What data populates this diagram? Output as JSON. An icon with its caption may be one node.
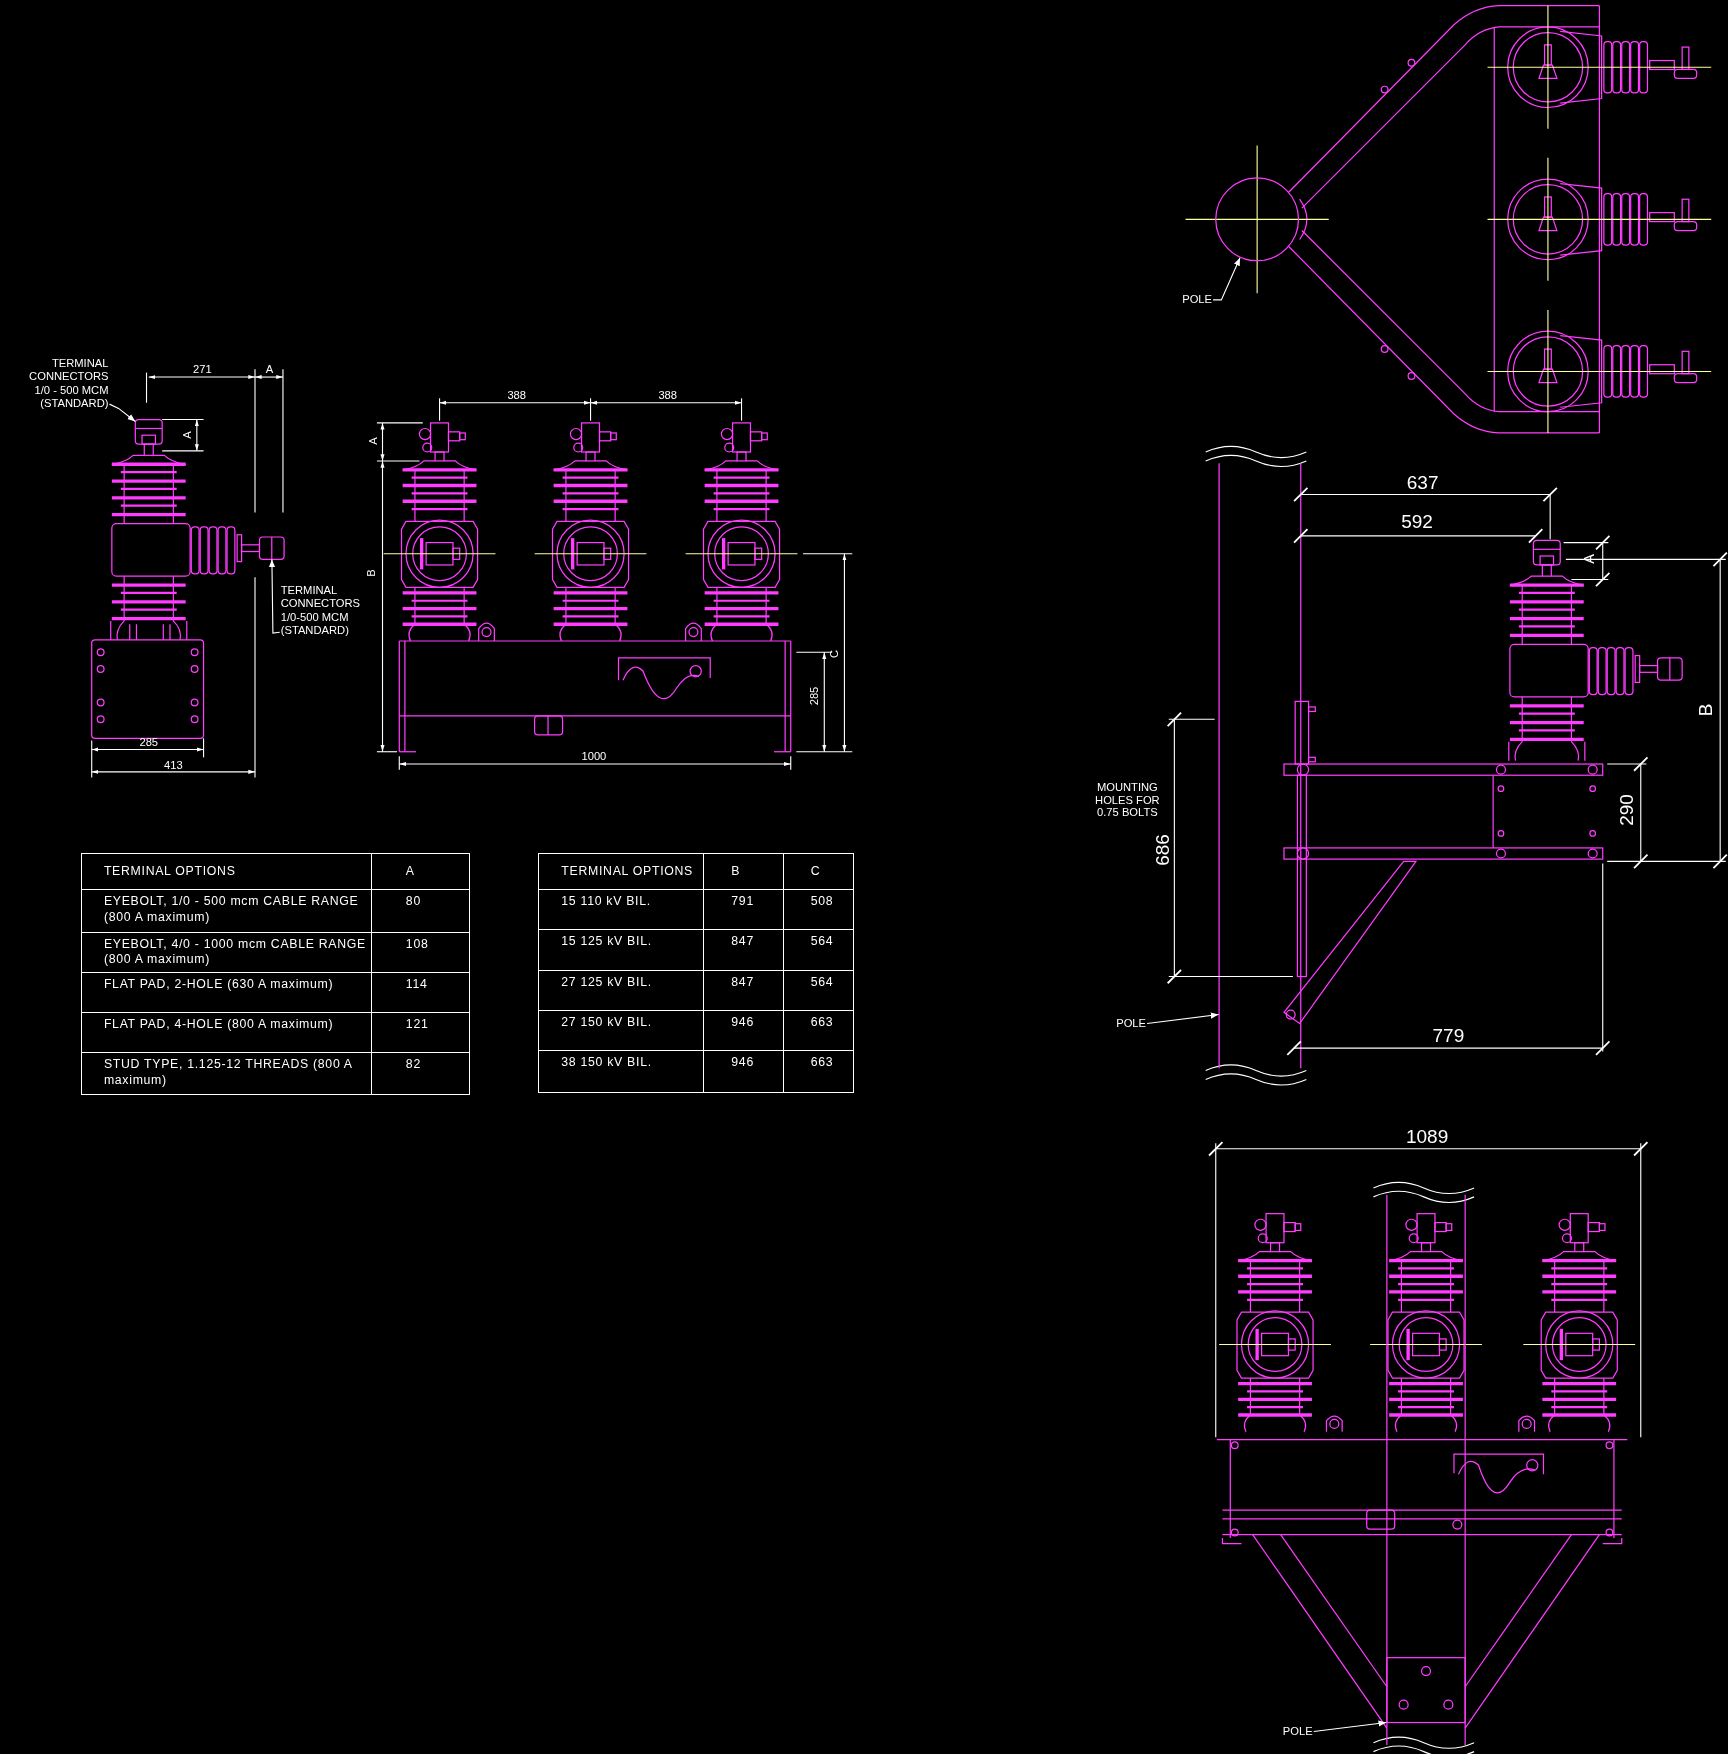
{
  "diagram": {
    "nodes": [
      {
        "text": [
          "TERMINAL CONNECTORS 1/0 - 500 MCM (STANDARD)"
        ]
      },
      {
        "text": [
          "TERMINAL CONNECTORS 1/0-500 MCM (STANDARD)"
        ]
      },
      {
        "text": [
          "POLE"
        ]
      },
      {
        "text": [
          "POLE"
        ]
      },
      {
        "text": [
          "POLE"
        ]
      },
      {
        "text": [],
        "shape": "box"
      },
      {
        "text": [],
        "shape": "box"
      },
      {
        "text": [],
        "shape": "circle"
      },
      {
        "text": [],
        "shape": "bar"
      },
      {
        "text": [],
        "shape": "bar"
      }
    ],
    "edges": [
      {
        "from": 0,
        "to": 5,
        "arrow": "to"
      },
      {
        "from": 1,
        "to": 6,
        "arrow": "to"
      },
      {
        "from": 2,
        "to": 7,
        "arrow": "to"
      },
      {
        "from": 3,
        "to": 8,
        "arrow": "to"
      },
      {
        "from": 4,
        "to": 9,
        "arrow": "to"
      }
    ],
    "labels": [
      "271",
      "A",
      "A",
      "285",
      "413",
      "388",
      "388",
      "A",
      "B",
      "C",
      "285",
      "1000",
      "637",
      "592",
      "A",
      "B",
      "MOUNTING HOLES FOR 0.75 BOLTS",
      "686",
      "290",
      "779",
      "1089",
      "TERMINAL OPTIONS",
      "A",
      "EYEBOLT, 1/0 - 500 mcm CABLE RANGE (800 A maximum)",
      "80",
      "EYEBOLT, 4/0 - 1000 mcm CABLE RANGE (800 A maximum)",
      "108",
      "FLAT PAD, 2-HOLE (630 A maximum)",
      "114",
      "FLAT PAD, 4-HOLE (800 A maximum)",
      "121",
      "STUD TYPE, 1.125-12 THREADS (800 A maximum)",
      "82",
      "TERMINAL OPTIONS",
      "B",
      "C",
      "15 110 kV BIL.",
      "791",
      "508",
      "15 125 kV BIL.",
      "847",
      "564",
      "27 125 kV BIL.",
      "847",
      "564",
      "27 150 kV BIL.",
      "946",
      "663",
      "38 150 kV BIL.",
      "946",
      "663"
    ]
  }
}
